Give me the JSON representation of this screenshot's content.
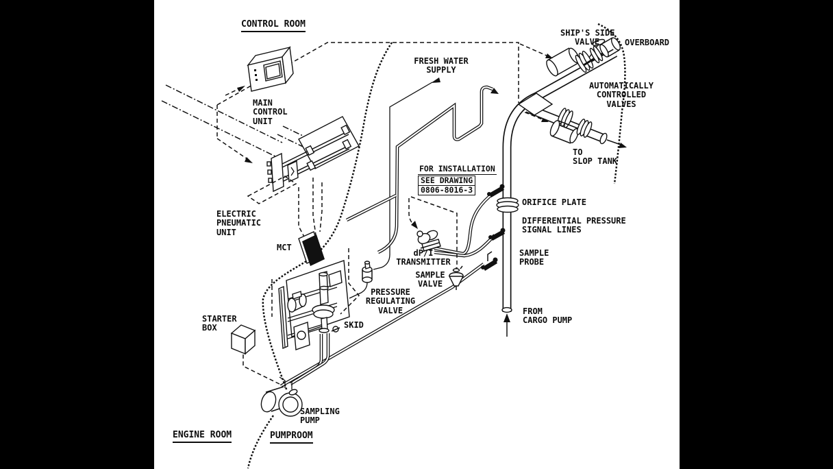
{
  "diagram_title": "Oil discharge monitoring sampling system installation diagram",
  "rooms": {
    "control_room": "CONTROL ROOM",
    "engine_room": "ENGINE ROOM",
    "pumproom": "PUMPROOM"
  },
  "labels": {
    "main_control_unit": [
      "MAIN",
      "CONTROL",
      "UNIT"
    ],
    "fresh_water_supply": [
      "FRESH WATER",
      "SUPPLY"
    ],
    "ships_side_valve": [
      "SHIP'S SIDE",
      "VALVE"
    ],
    "overboard": "OVERBOARD",
    "automatically_controlled_valves": [
      "AUTOMATICALLY",
      "CONTROLLED",
      "VALVES"
    ],
    "to_slop_tank": [
      "TO",
      "SLOP TANK"
    ],
    "installation_note": [
      "FOR INSTALLATION",
      "SEE DRAWING",
      "0806-8016-3"
    ],
    "orifice_plate": "ORIFICE PLATE",
    "differential_pressure_signal_lines": [
      "DIFFERENTIAL PRESSURE",
      "SIGNAL LINES"
    ],
    "sample_probe": [
      "SAMPLE",
      "PROBE"
    ],
    "from_cargo_pump": [
      "FROM",
      "CARGO PUMP"
    ],
    "electric_pneumatic_unit": [
      "ELECTRIC",
      "PNEUMATIC",
      "UNIT"
    ],
    "mct": "MCT",
    "dpi_transmitter": [
      "dP/I",
      "TRANSMITTER"
    ],
    "sample_valve": [
      "SAMPLE",
      "VALVE"
    ],
    "pressure_regulating_valve": [
      "PRESSURE",
      "REGULATING",
      "VALVE"
    ],
    "skid": "SKID",
    "starter_box": [
      "STARTER",
      "BOX"
    ],
    "sampling_pump": [
      "SAMPLING",
      "PUMP"
    ]
  },
  "colors": {
    "ink": "#111111",
    "paper": "#ffffff",
    "frame": "#000000"
  }
}
